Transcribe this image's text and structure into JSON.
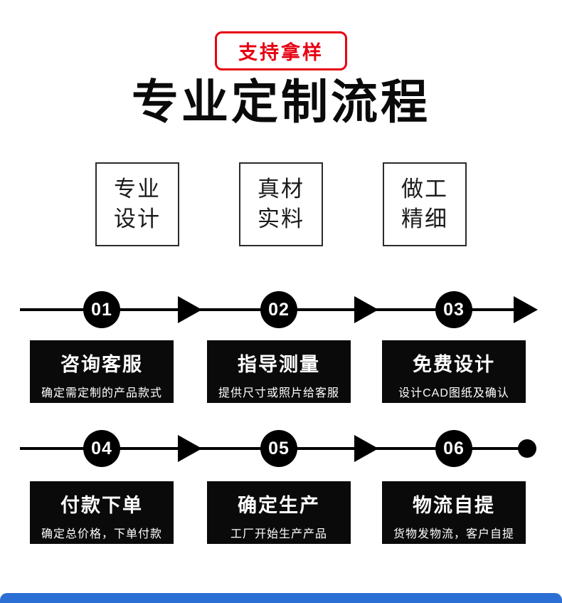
{
  "badge": {
    "label": "支持拿样"
  },
  "title": "专业定制流程",
  "features": [
    {
      "line1": "专业",
      "line2": "设计"
    },
    {
      "line1": "真材",
      "line2": "实料"
    },
    {
      "line1": "做工",
      "line2": "精细"
    }
  ],
  "steps": [
    {
      "number": "01",
      "title": "咨询客服",
      "desc": "确定需定制的产品款式"
    },
    {
      "number": "02",
      "title": "指导测量",
      "desc": "提供尺寸或照片给客服"
    },
    {
      "number": "03",
      "title": "免费设计",
      "desc": "设计CAD图纸及确认"
    },
    {
      "number": "04",
      "title": "付款下单",
      "desc": "确定总价格，下单付款"
    },
    {
      "number": "05",
      "title": "确定生产",
      "desc": "工厂开始生产产品"
    },
    {
      "number": "06",
      "title": "物流自提",
      "desc": "货物发物流，客户自提"
    }
  ],
  "colors": {
    "accent_red": "#e60012",
    "step_box_black": "#0a0a0a",
    "bottom_bar_blue": "#2c6fd4"
  }
}
